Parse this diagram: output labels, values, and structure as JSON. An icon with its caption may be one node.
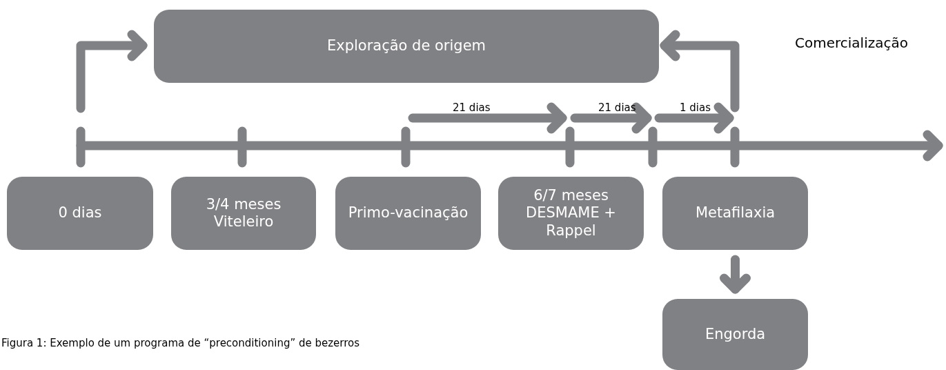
{
  "diagram": {
    "caption": "Figura 1: Exemplo de um programa de “preconditioning” de bezerros",
    "nodes": [
      {
        "text": [
          "Exploração de origem"
        ]
      },
      {
        "text": [
          "0 dias"
        ]
      },
      {
        "text": [
          "3/4 meses Viteleiro"
        ]
      },
      {
        "text": [
          "Primo-vacinação"
        ]
      },
      {
        "text": [
          "6/7 meses DESMAME + Rappel"
        ]
      },
      {
        "text": [
          "Metafilaxia"
        ]
      },
      {
        "text": [
          "Engorda"
        ]
      }
    ],
    "edges": [
      {
        "from": null,
        "to": 0,
        "arrow": "to"
      },
      {
        "from": null,
        "to": 0,
        "arrow": "to"
      },
      {
        "from": 5,
        "to": 6,
        "arrow": "to"
      }
    ],
    "labels": [
      "Comercialização",
      "21 dias",
      "21 dias",
      "1 dias"
    ]
  }
}
